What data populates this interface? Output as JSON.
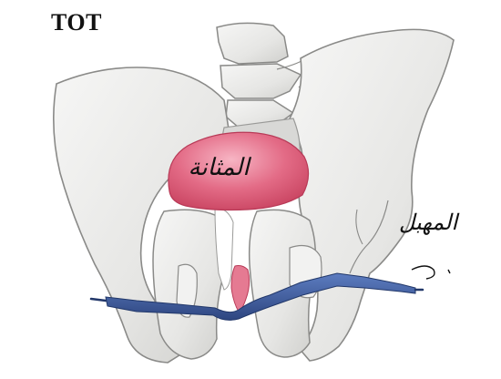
{
  "title": "TOT",
  "annotations": {
    "bladder_label": "المثانة",
    "urethra_label": "المهبل"
  },
  "colors": {
    "bone": "#ebebea",
    "bone_shadow": "#c8c8c6",
    "bone_outline": "#8a8a88",
    "bladder": "#e0647f",
    "bladder_highlight": "#f7b5c4",
    "urethra": "#e0708a",
    "sling_tape": "#3c5a9a",
    "handwriting": "#111111"
  },
  "icons": {
    "pelvis": "pelvis-bone-illustration",
    "spine": "lumbar-spine-illustration",
    "bladder": "bladder-illustration",
    "tape": "transobturator-tape-illustration"
  }
}
